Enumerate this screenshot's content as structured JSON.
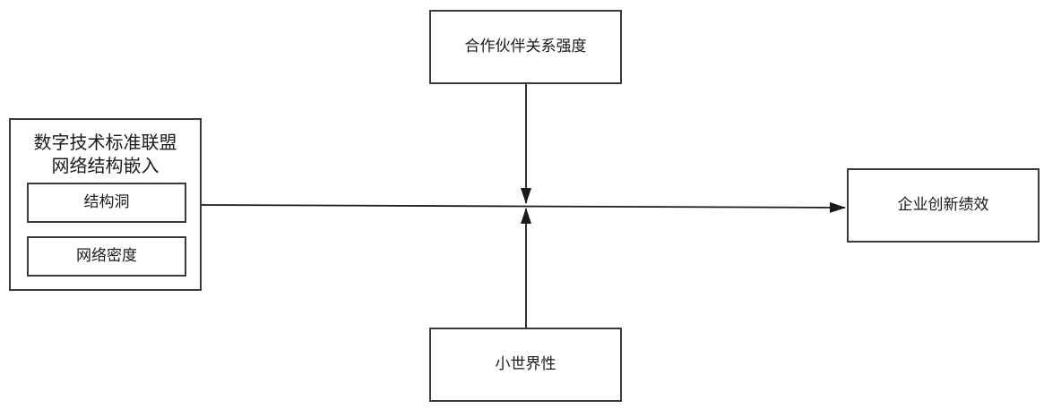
{
  "diagram": {
    "independent": {
      "title_line1": "数字技术标准联盟",
      "title_line2": "网络结构嵌入",
      "dimensions": [
        {
          "label": "结构洞"
        },
        {
          "label": "网络密度"
        }
      ]
    },
    "moderator_top": {
      "label": "合作伙伴关系强度"
    },
    "moderator_bottom": {
      "label": "小世界性"
    },
    "dependent": {
      "label": "企业创新绩效"
    }
  }
}
